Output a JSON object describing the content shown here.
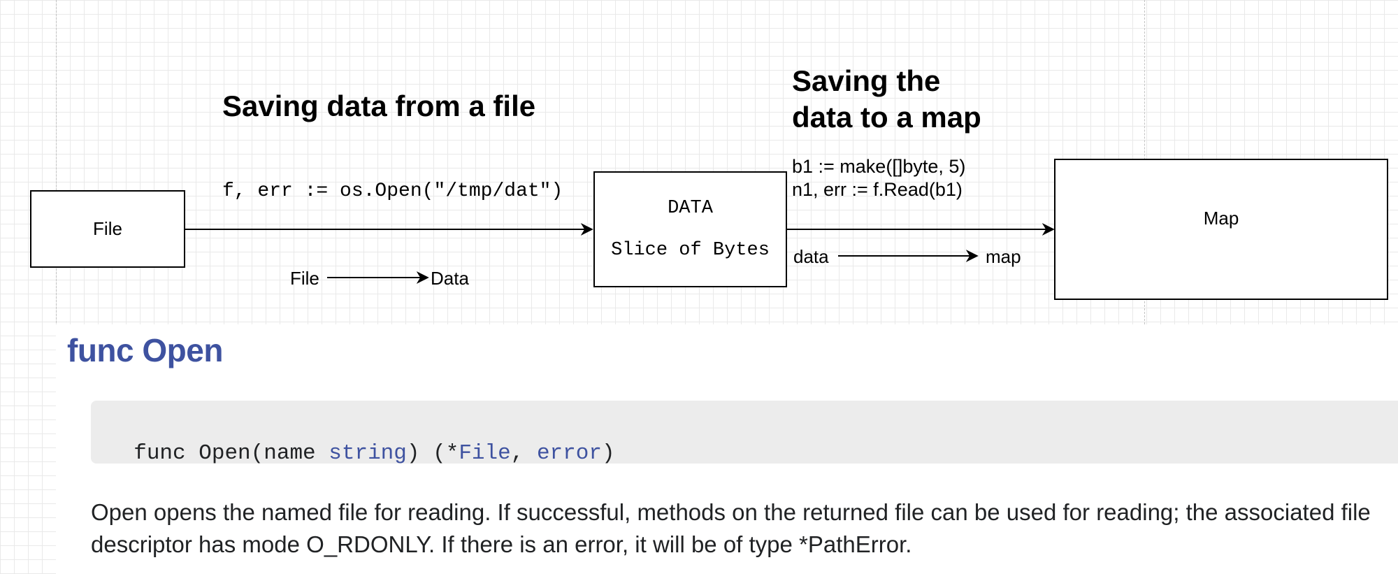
{
  "diagram": {
    "heading_left": "Saving data from a file",
    "heading_right_line1": "Saving the",
    "heading_right_line2": "data to a map",
    "box_file": "File",
    "box_data_line1": "DATA",
    "box_data_line2": "Slice of Bytes",
    "box_map": "Map",
    "edge1_label": "f, err := os.Open(\"/tmp/dat\")",
    "legend1_from": "File",
    "legend1_to": "Data",
    "edge2_label_line1": "b1 := make([]byte, 5)",
    "edge2_label_line2": "n1, err := f.Read(b1)",
    "legend2_from": "data",
    "legend2_to": "map"
  },
  "doc": {
    "title": "func Open",
    "signature": {
      "prefix": "func Open(name ",
      "param_type": "string",
      "mid": ") (*",
      "ret1": "File",
      "sep": ", ",
      "ret2": "error",
      "suffix": ")"
    },
    "description": "Open opens the named file for reading. If successful, methods on the returned file can be used for reading; the associated file descriptor has mode O_RDONLY. If there is an error, it will be of type *PathError."
  },
  "colors": {
    "grid": "#e9e9e9",
    "doc_title": "#3e52a0",
    "type_color": "#3e52a0",
    "code_bg": "#ececec",
    "text": "#202224"
  }
}
